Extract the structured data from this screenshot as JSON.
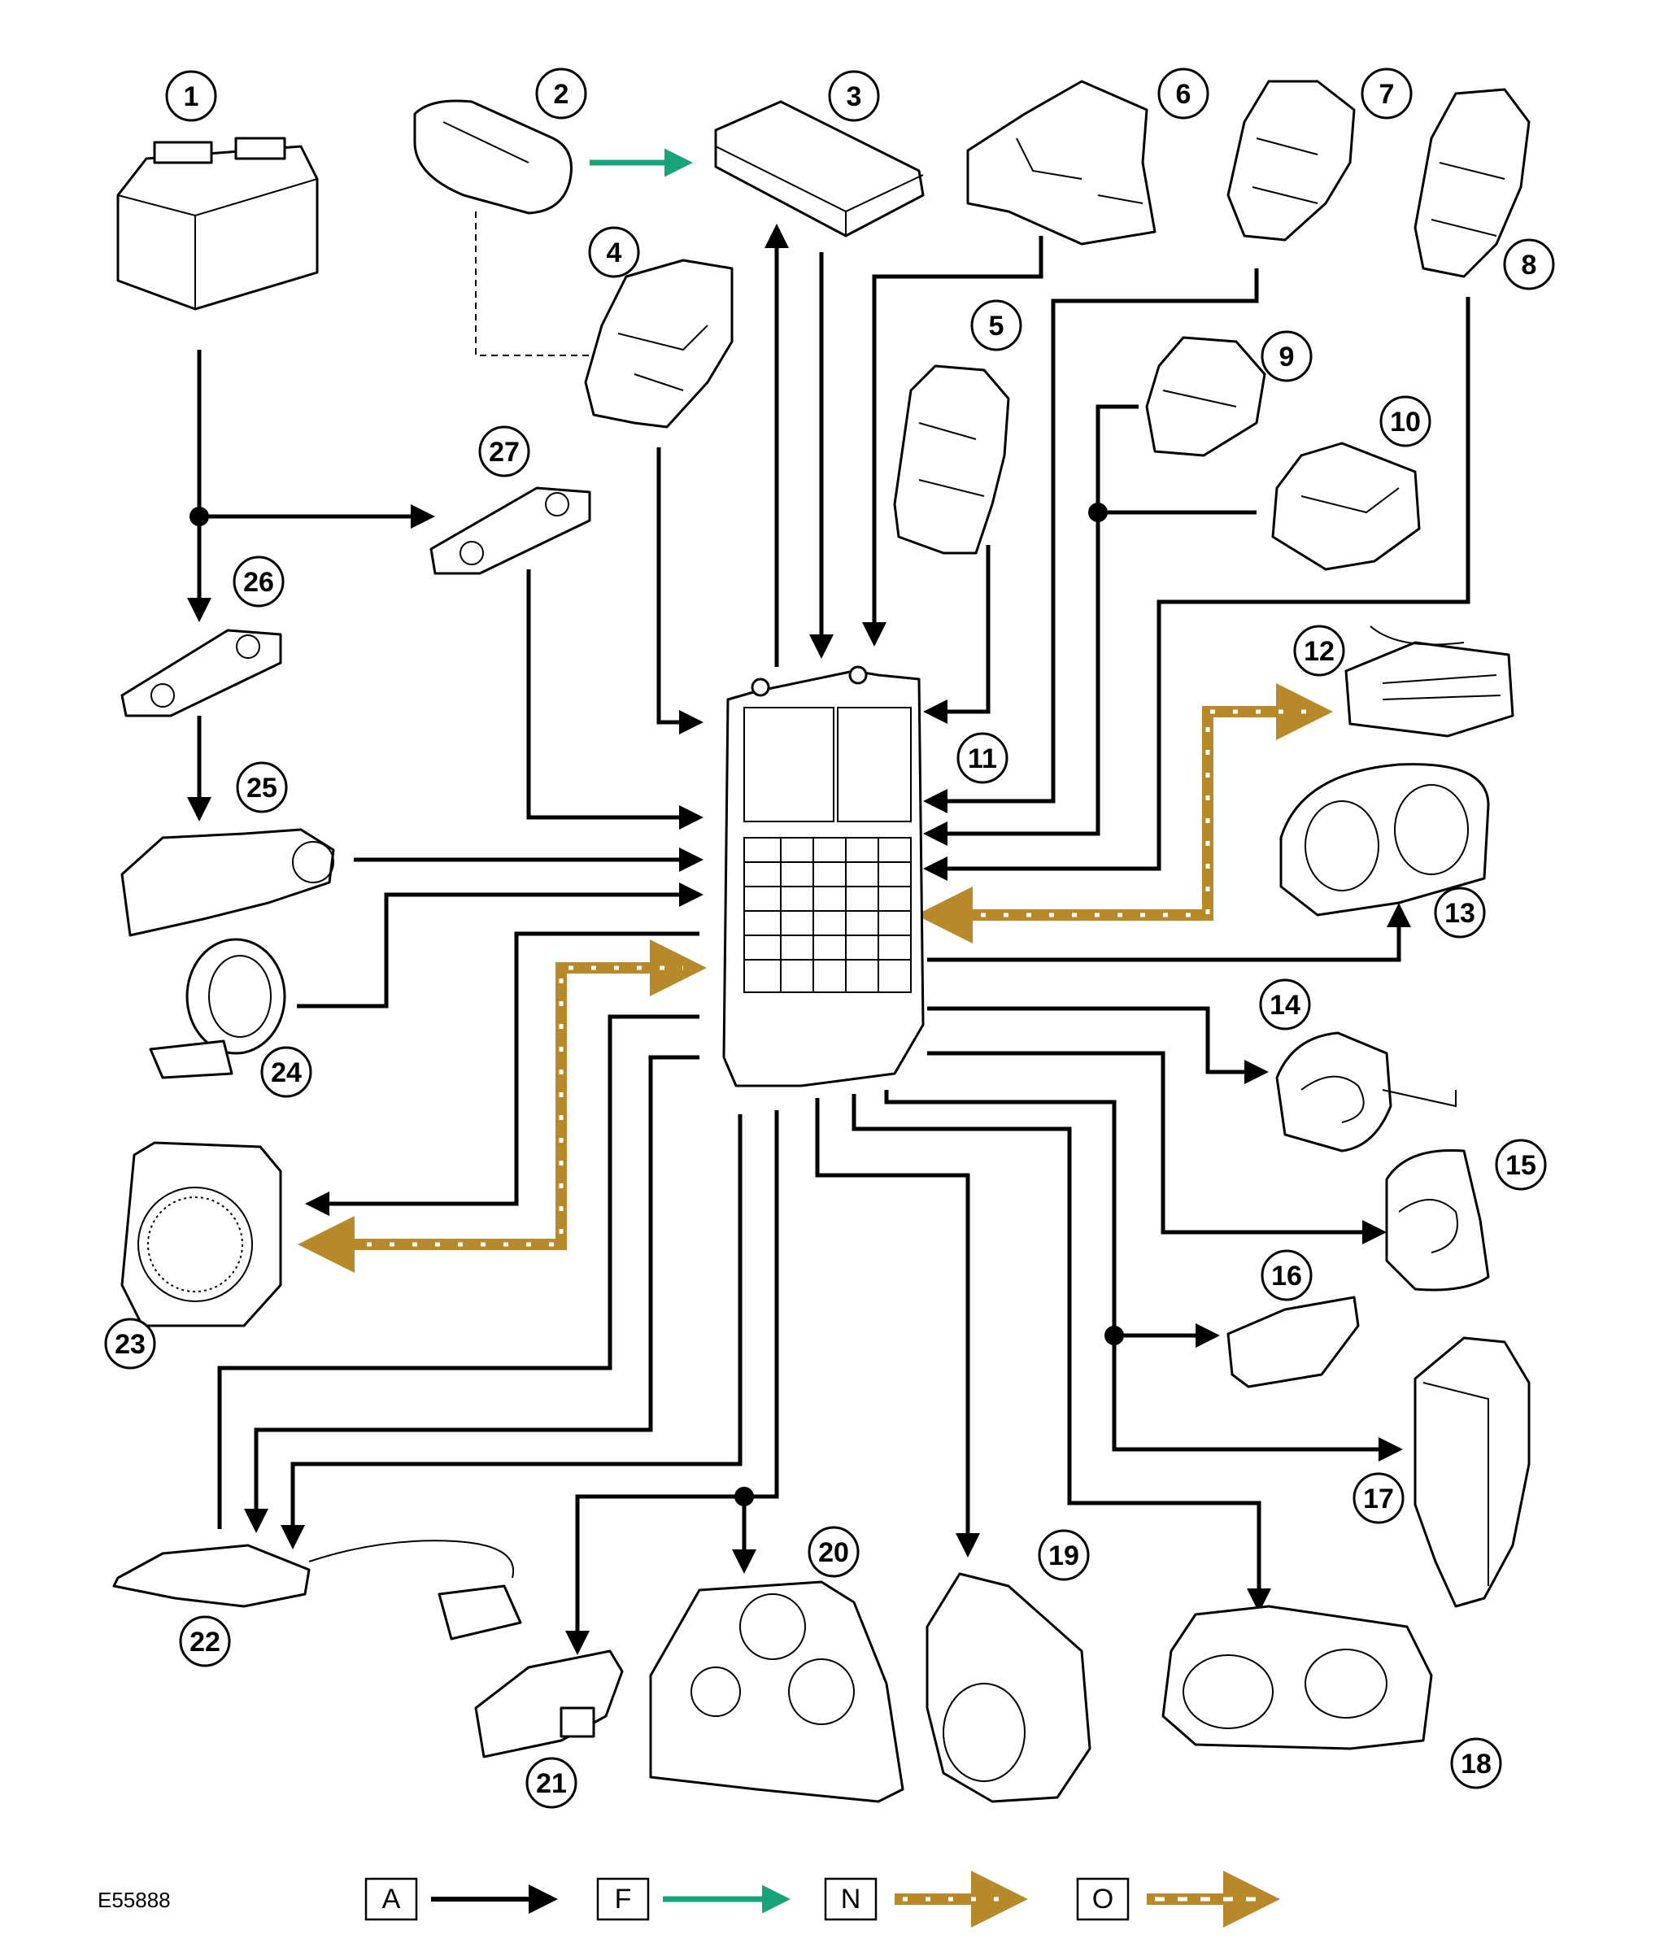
{
  "figure_id": "E55888",
  "colors": {
    "line_a": "#000000",
    "line_f": "#18a37a",
    "line_n": "#b8892a",
    "line_o": "#b8892a",
    "line_no_dots": "#ffffff"
  },
  "components": [
    {
      "num": "1",
      "shape": "battery"
    },
    {
      "num": "2",
      "shape": "remote-key-fob"
    },
    {
      "num": "3",
      "shape": "receiver-module"
    },
    {
      "num": "4",
      "shape": "door-latch"
    },
    {
      "num": "5",
      "shape": "door-latch"
    },
    {
      "num": "6",
      "shape": "bracket"
    },
    {
      "num": "7",
      "shape": "door-latch"
    },
    {
      "num": "8",
      "shape": "door-latch"
    },
    {
      "num": "9",
      "shape": "latch"
    },
    {
      "num": "10",
      "shape": "latch"
    },
    {
      "num": "11",
      "shape": "central-junction-box"
    },
    {
      "num": "12",
      "shape": "connector-module"
    },
    {
      "num": "13",
      "shape": "instrument-cluster"
    },
    {
      "num": "14",
      "shape": "horn"
    },
    {
      "num": "15",
      "shape": "horn"
    },
    {
      "num": "16",
      "shape": "side-repeater-lamp"
    },
    {
      "num": "17",
      "shape": "rear-lamp"
    },
    {
      "num": "18",
      "shape": "headlamp"
    },
    {
      "num": "19",
      "shape": "headlamp"
    },
    {
      "num": "20",
      "shape": "rear-lamp-cluster"
    },
    {
      "num": "21",
      "shape": "licence-plate-lamp"
    },
    {
      "num": "22",
      "shape": "sensor-with-harness"
    },
    {
      "num": "23",
      "shape": "alarm-sounder"
    },
    {
      "num": "24",
      "shape": "immobilizer-coil"
    },
    {
      "num": "25",
      "shape": "ignition-switch"
    },
    {
      "num": "26",
      "shape": "fuse-link"
    },
    {
      "num": "27",
      "shape": "fuse-link"
    }
  ],
  "legend": [
    {
      "letter": "A",
      "line_style": "solid",
      "color": "#000000"
    },
    {
      "letter": "F",
      "line_style": "solid",
      "color": "#18a37a"
    },
    {
      "letter": "N",
      "line_style": "dotted-band",
      "color": "#b8892a"
    },
    {
      "letter": "O",
      "line_style": "dotted-band",
      "color": "#b8892a"
    }
  ]
}
